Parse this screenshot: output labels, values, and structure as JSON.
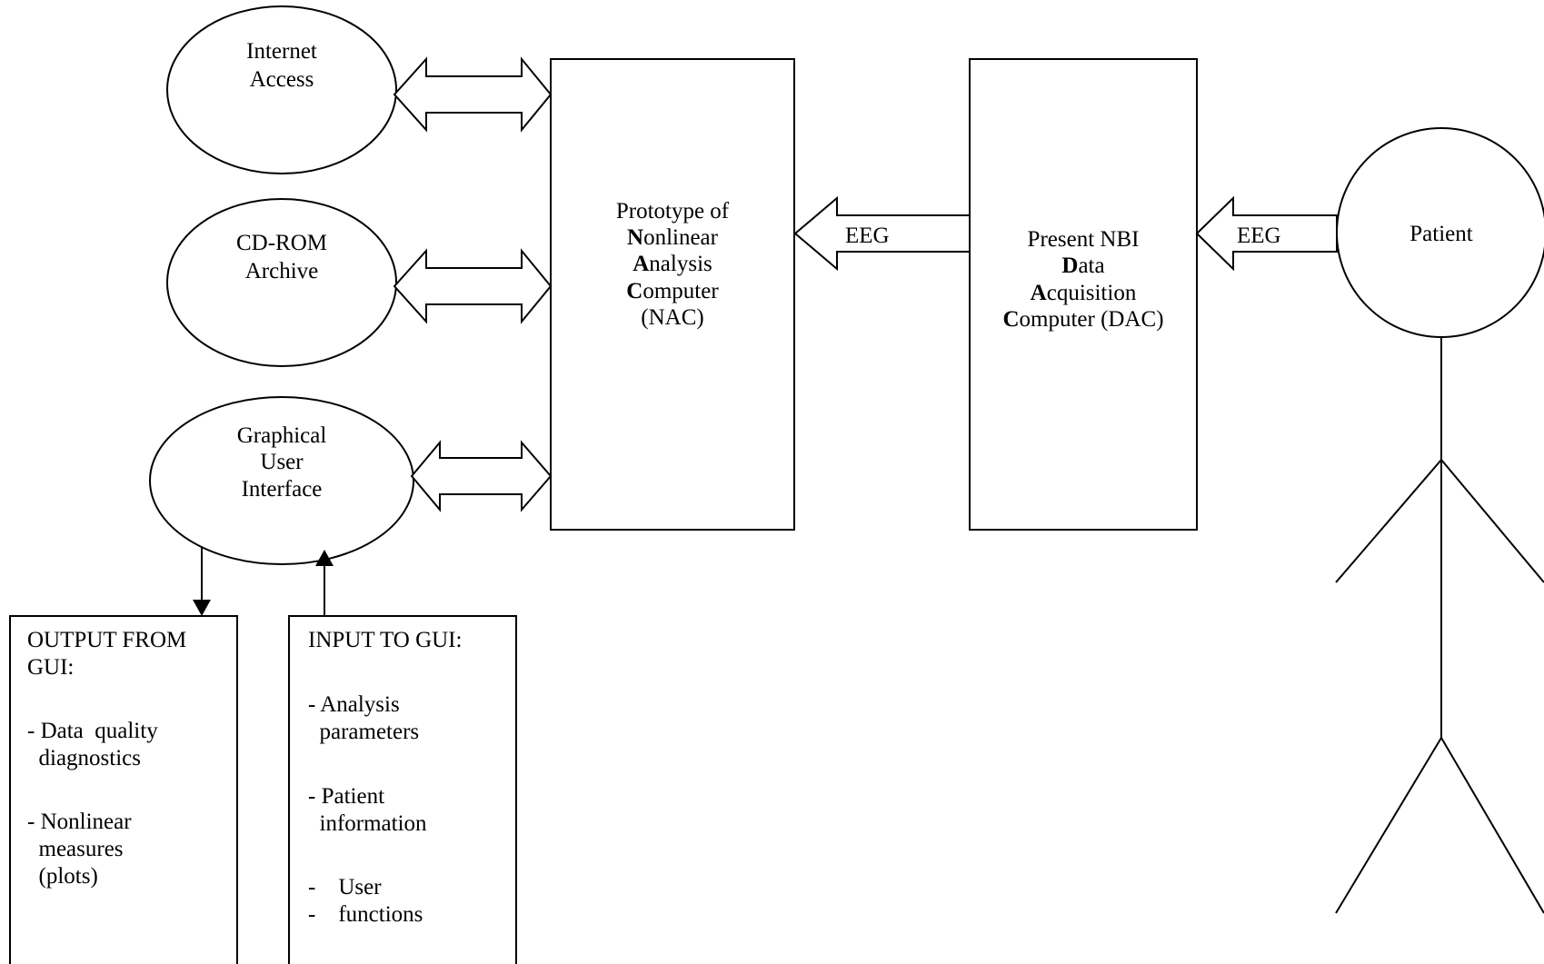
{
  "nodes": {
    "internet": {
      "lines": [
        "Internet",
        "Access"
      ]
    },
    "cdrom": {
      "lines": [
        "CD-ROM",
        "Archive"
      ]
    },
    "gui": {
      "lines": [
        "Graphical",
        "User",
        "Interface"
      ]
    },
    "nac": {
      "lines": [
        {
          "bold": "",
          "rest": "Prototype of"
        },
        {
          "bold": "N",
          "rest": "onlinear"
        },
        {
          "bold": "A",
          "rest": "nalysis"
        },
        {
          "bold": "C",
          "rest": "omputer"
        },
        {
          "bold": "",
          "rest": "(NAC)"
        }
      ]
    },
    "dac": {
      "lines": [
        {
          "bold": "",
          "rest": "Present NBI"
        },
        {
          "bold": "D",
          "rest": "ata"
        },
        {
          "bold": "A",
          "rest": "cquisition"
        },
        {
          "bold": "C",
          "rest": "omputer (DAC)"
        }
      ]
    },
    "patient": {
      "label": "Patient"
    }
  },
  "arrows": {
    "dac_to_nac": "EEG",
    "patient_to_dac": "EEG"
  },
  "output_box": {
    "lines": [
      "OUTPUT FROM",
      "GUI:",
      "",
      "- Data  quality",
      "  diagnostics",
      "",
      "- Nonlinear",
      "  measures",
      "  (plots)"
    ]
  },
  "input_box": {
    "lines": [
      "INPUT TO GUI:",
      "",
      "- Analysis",
      "  parameters",
      "",
      "- Patient",
      "  information",
      "",
      "-    User",
      "-    functions"
    ]
  }
}
